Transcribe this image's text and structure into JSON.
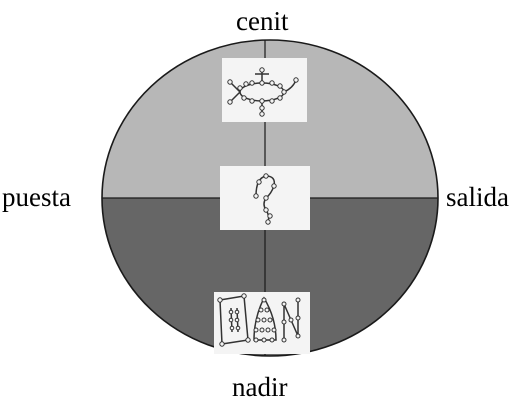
{
  "labels": {
    "top": "cenit",
    "left": "puesta",
    "right": "salida",
    "bottom": "nadir"
  },
  "colors": {
    "upper_half": "#b7b7b7",
    "lower_half": "#666666",
    "outline": "#1a1a1a",
    "glyph_panel": "#f4f4f4",
    "glyph_ink": "#333333"
  },
  "glyphs": {
    "top": "fish-glyph",
    "center": "hook-glyph",
    "bottom": "numeral-cone-glyph"
  }
}
